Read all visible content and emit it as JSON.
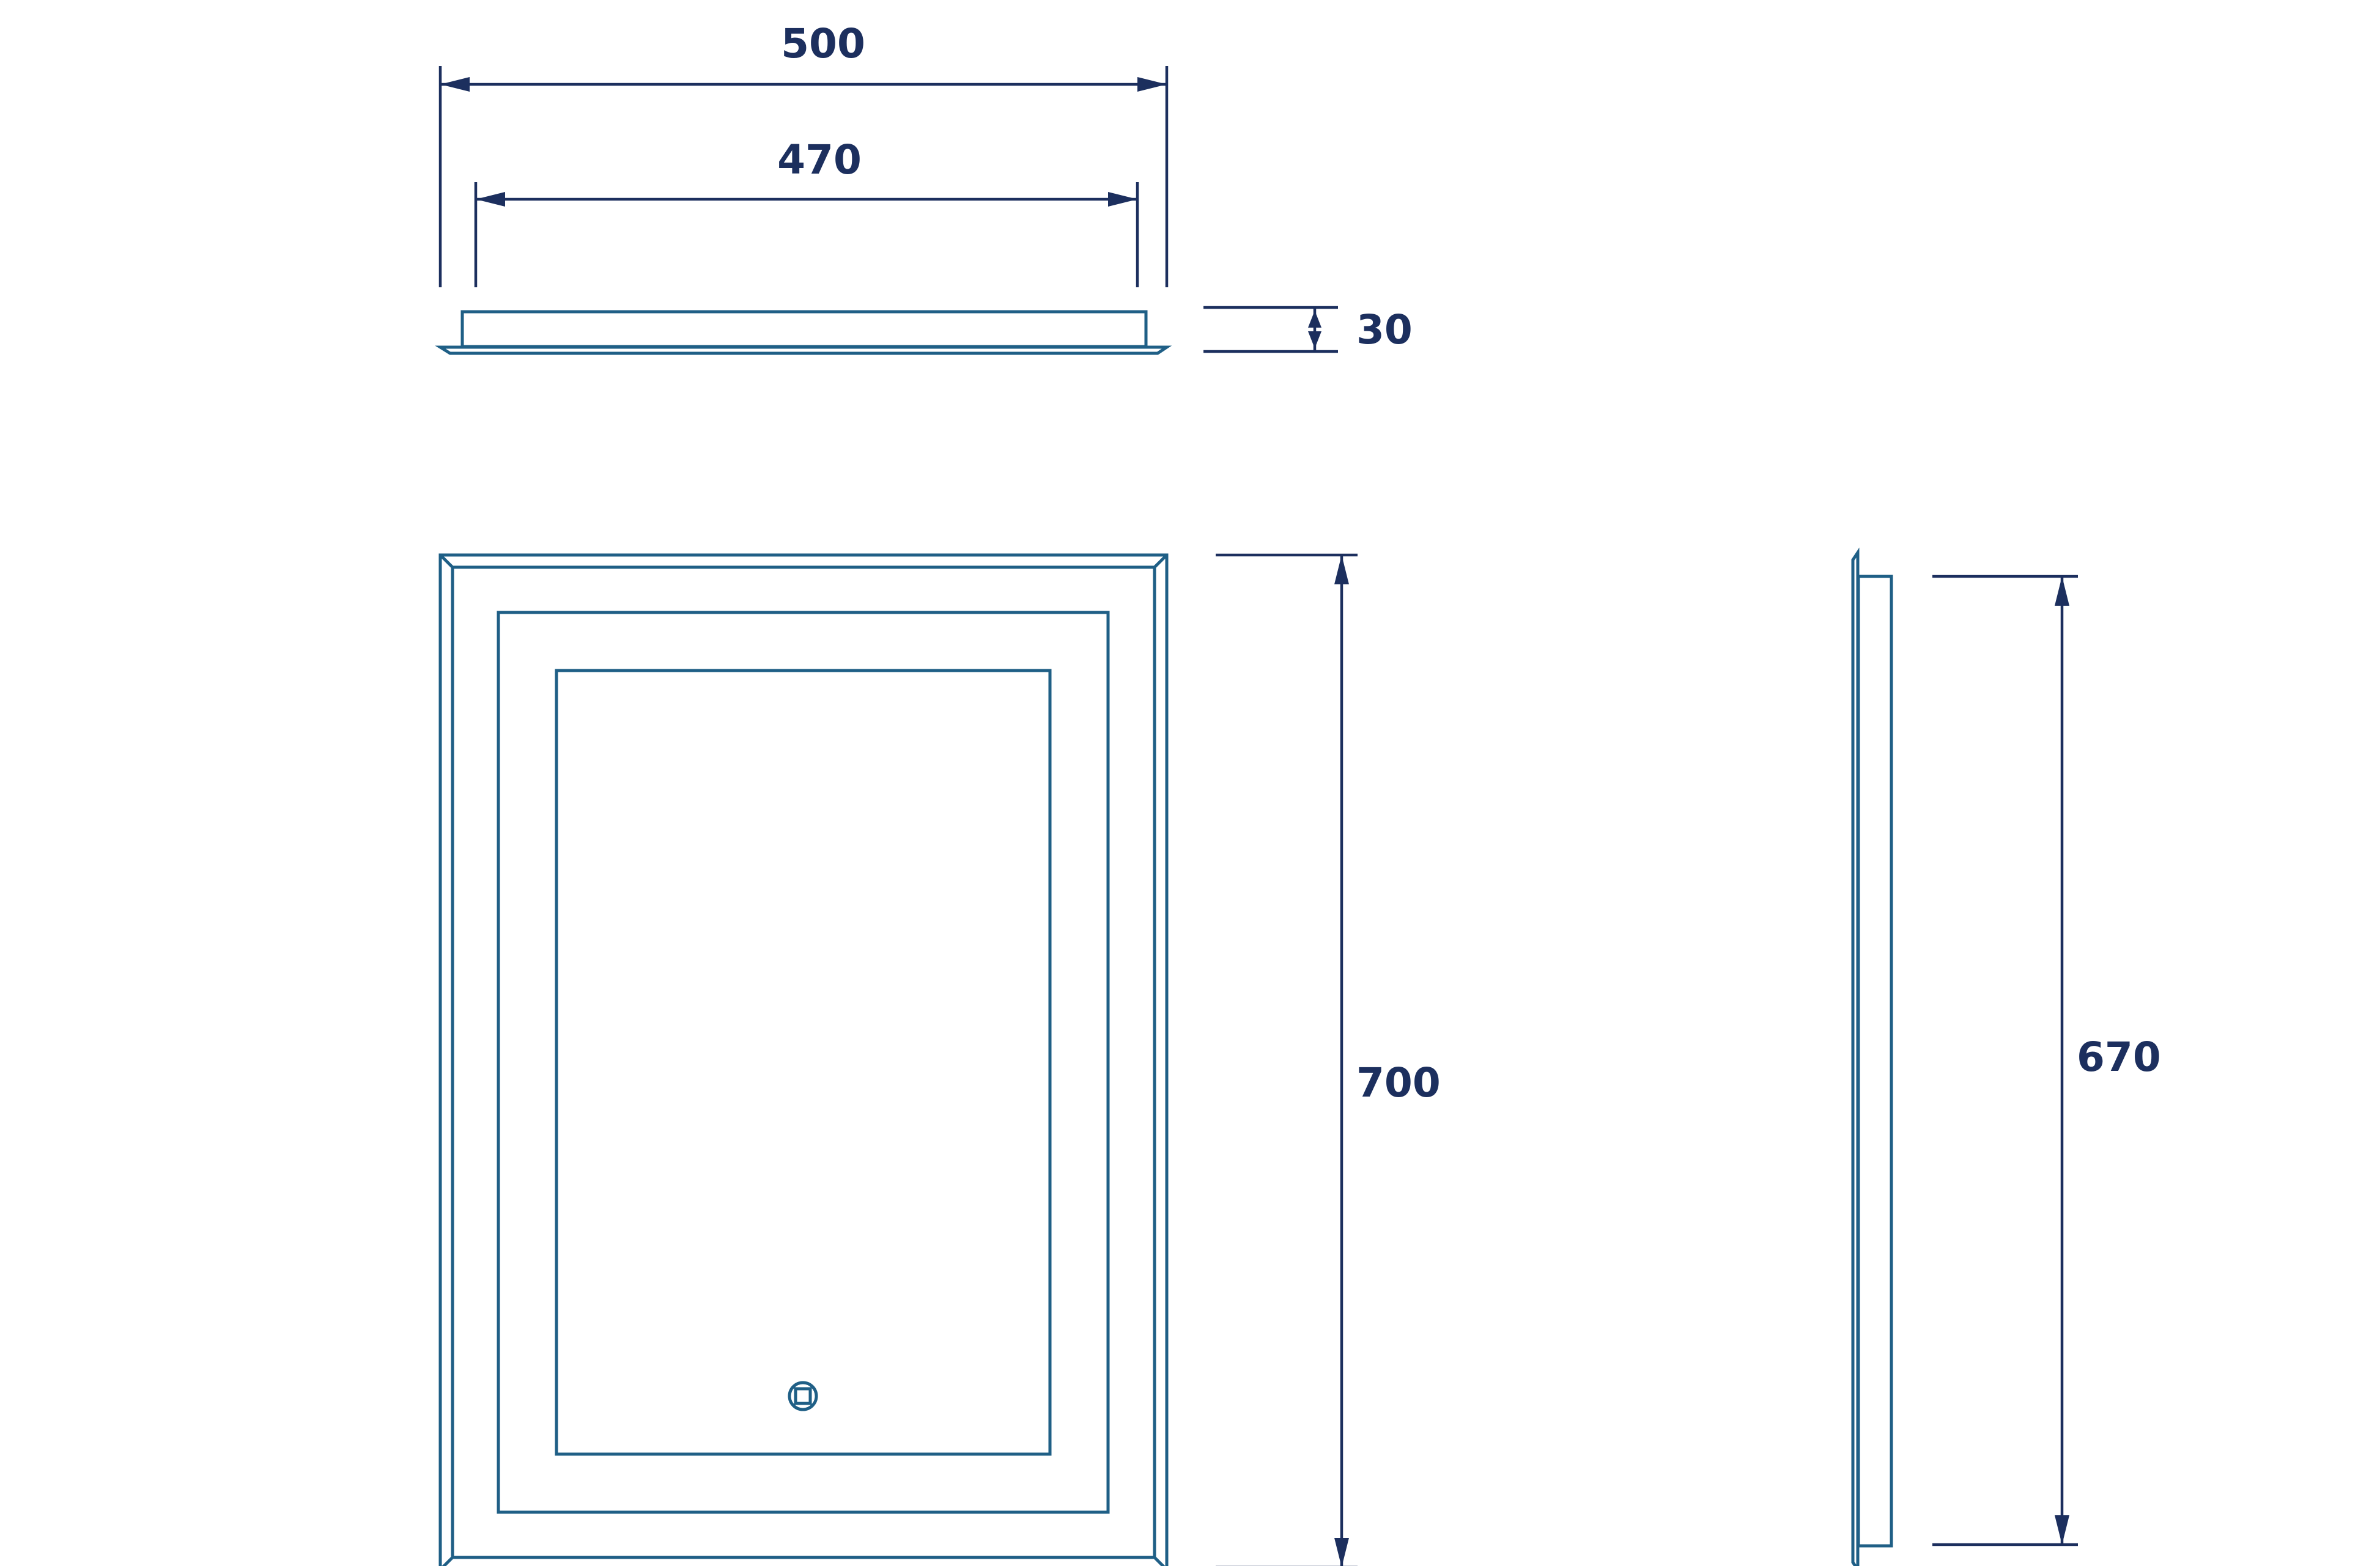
{
  "dimensions": {
    "overall_width": "500",
    "inner_width": "470",
    "depth": "30",
    "overall_height": "700",
    "inner_height": "670"
  },
  "colors": {
    "outline": "#1f5f86",
    "dimension": "#1c2f5e",
    "background": "#ffffff"
  },
  "icons": {
    "switch": "touch-switch-icon"
  }
}
